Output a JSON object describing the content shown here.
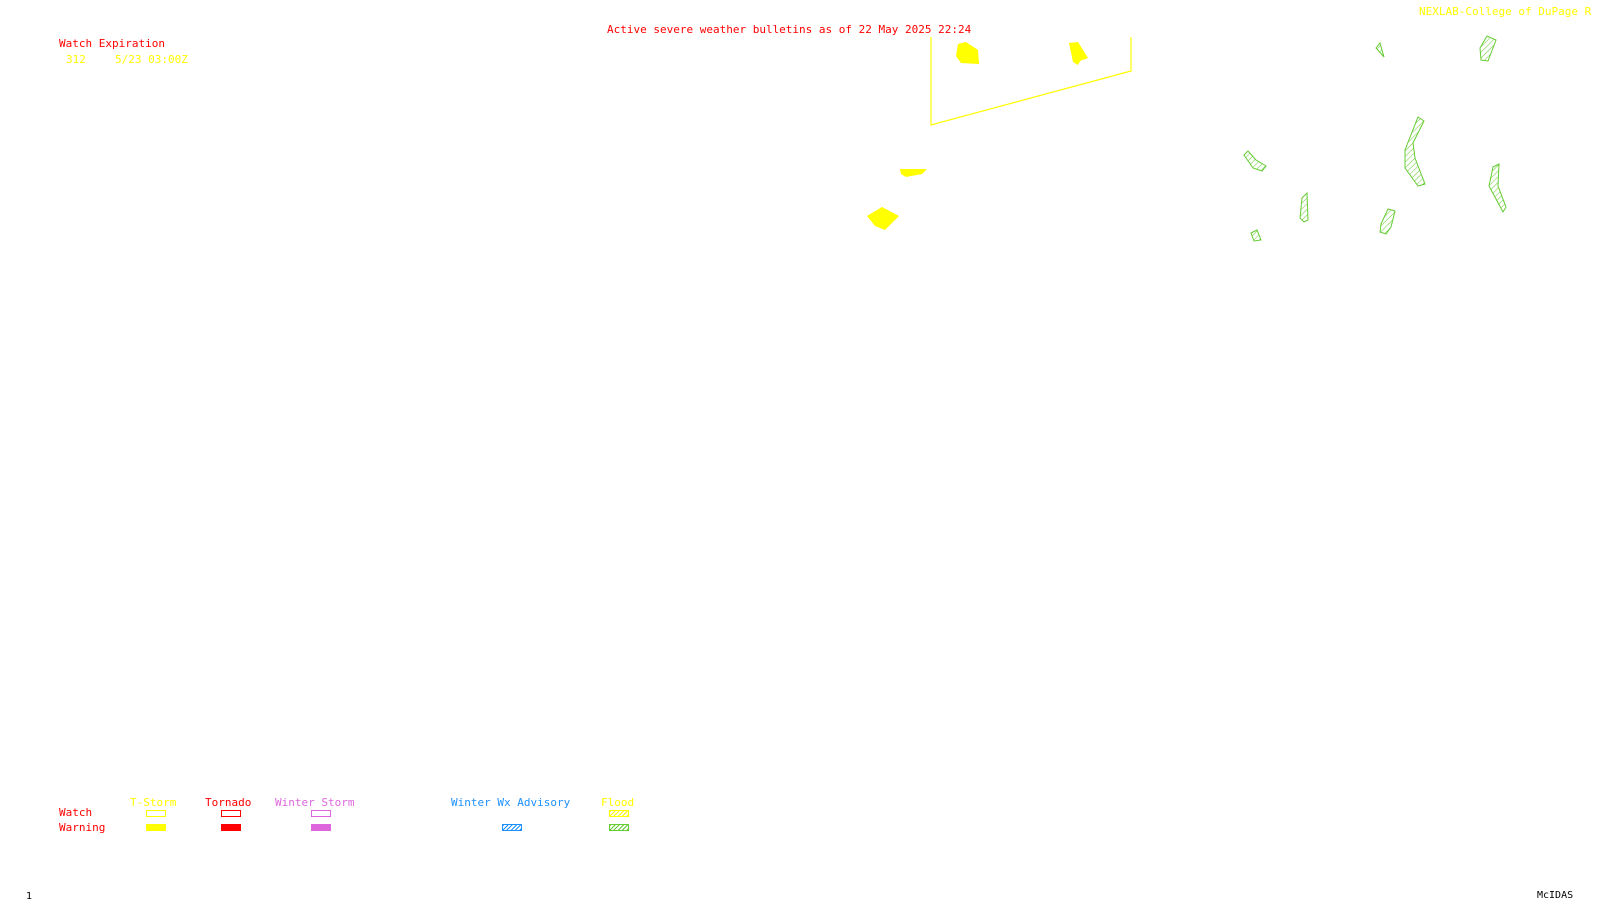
{
  "header": {
    "title": "Active severe weather bulletins as of 22 May 2025 22:24",
    "credit": "NEXLAB-College of DuPage R"
  },
  "watch_panel": {
    "heading": "Watch Expiration",
    "rows": [
      {
        "number": "312",
        "expires": "5/23 03:00Z"
      }
    ]
  },
  "legend": {
    "row_watch": "Watch",
    "row_warning": "Warning",
    "categories": [
      {
        "label": "T-Storm",
        "color": "#ffff00"
      },
      {
        "label": "Tornado",
        "color": "#ff0000"
      },
      {
        "label": "Winter Storm",
        "color": "#dd66dd"
      },
      {
        "label": "Winter Wx Advisory",
        "color": "#1e90ff"
      },
      {
        "label": "Flood",
        "color": "#66cc33"
      }
    ],
    "title_color": "#ff0000",
    "watch_text_color": "#ffff00"
  },
  "footer": {
    "frame_number": "1",
    "software": "McIDAS"
  }
}
